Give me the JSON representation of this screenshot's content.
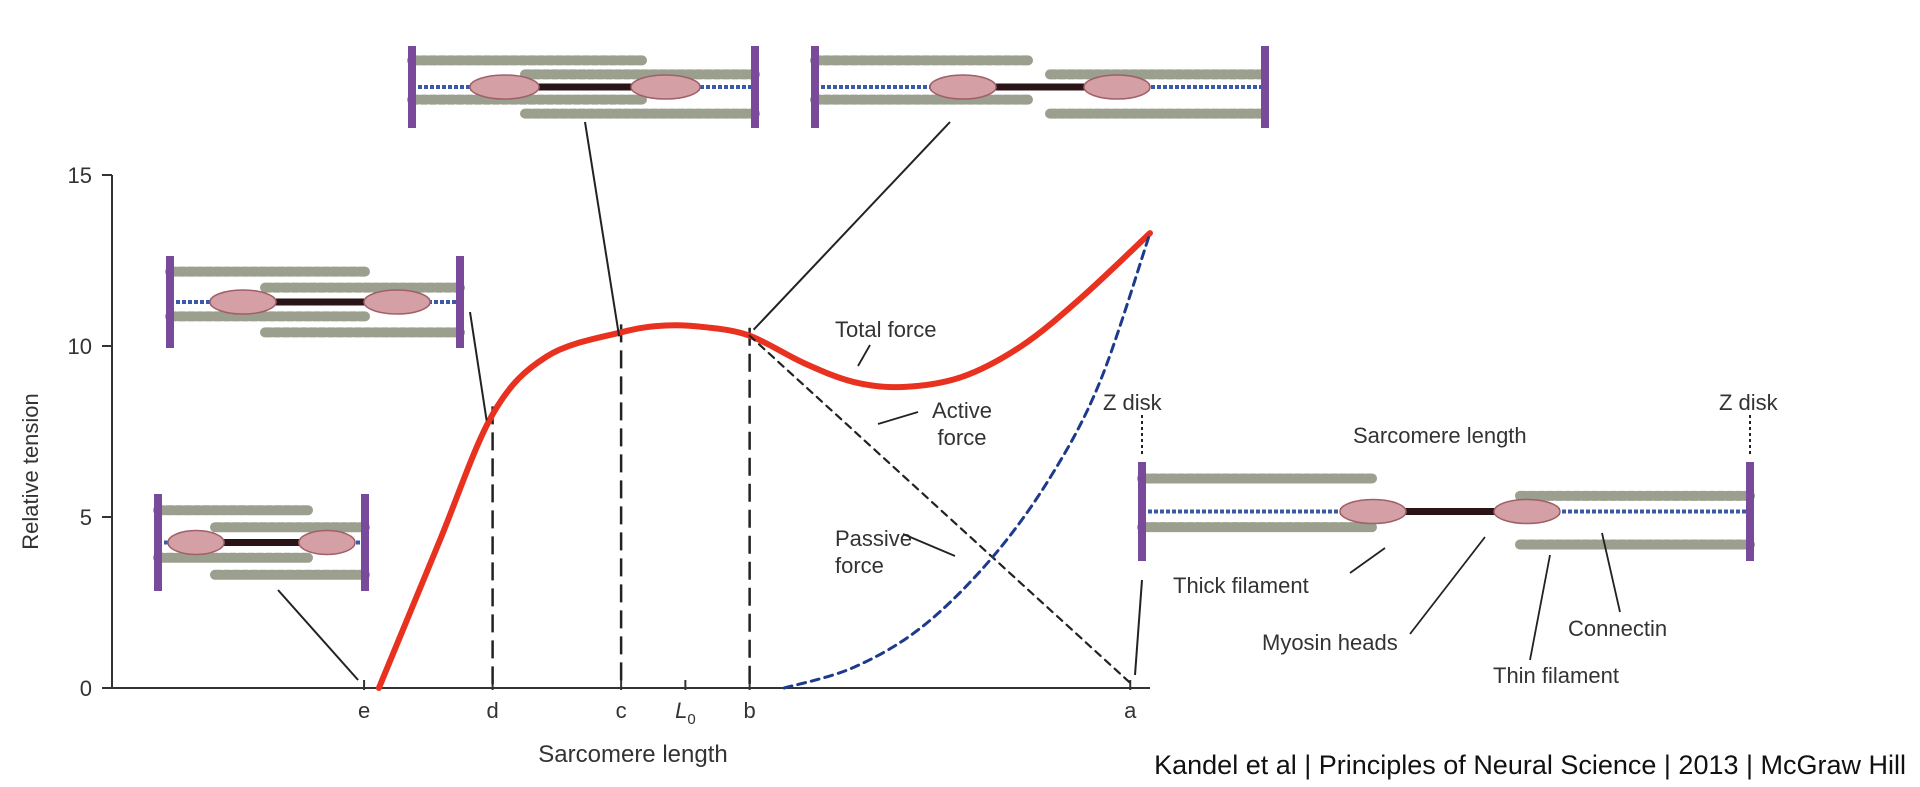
{
  "colors": {
    "total": "#e8321f",
    "passive": "#1d3a8c",
    "active": "#222222",
    "z_disk": "#7a4a9a",
    "thin": "#9a9f8e",
    "myosin": "#d4a0a6",
    "connectin": "#3a5aa8",
    "thick_core": "#2a1418"
  },
  "chart_data": {
    "type": "line",
    "xlabel": "Sarcomere length",
    "ylabel": "Relative tension",
    "ylim": [
      0,
      15
    ],
    "yticks": [
      0,
      5,
      10,
      15
    ],
    "xlim": [
      0,
      10.5
    ],
    "xticks": [
      {
        "label": "e",
        "value": 2.55
      },
      {
        "label": "d",
        "value": 3.85
      },
      {
        "label": "c",
        "value": 5.15
      },
      {
        "label": "L",
        "sub": "0",
        "value": 5.8
      },
      {
        "label": "b",
        "value": 6.45
      },
      {
        "label": "a",
        "value": 10.3
      }
    ],
    "dashed_guides": [
      "d",
      "c",
      "b"
    ],
    "series": [
      {
        "name": "Total force",
        "style": "solid",
        "x": [
          2.7,
          3.3,
          3.85,
          4.4,
          5.15,
          5.6,
          6.0,
          6.45,
          7.0,
          7.5,
          8.0,
          8.6,
          9.2,
          9.8,
          10.5
        ],
        "y": [
          0,
          4.2,
          8.0,
          9.7,
          10.4,
          10.6,
          10.55,
          10.3,
          9.5,
          8.95,
          8.8,
          9.1,
          10.0,
          11.4,
          13.3
        ]
      },
      {
        "name": "Active force",
        "style": "dashed",
        "x": [
          6.45,
          10.3
        ],
        "y": [
          10.3,
          0.15
        ]
      },
      {
        "name": "Passive force",
        "style": "dashed",
        "x": [
          6.8,
          7.5,
          8.2,
          8.9,
          9.5,
          10.0,
          10.5
        ],
        "y": [
          0,
          0.6,
          1.8,
          3.8,
          6.2,
          9.0,
          13.3
        ]
      }
    ],
    "annotations": [
      {
        "text": "Total force",
        "lines": [
          "Total force"
        ],
        "series": "Total force"
      },
      {
        "text": "Active force",
        "lines": [
          "Active",
          "force"
        ],
        "series": "Active force"
      },
      {
        "text": "Passive force",
        "lines": [
          "Passive",
          "force"
        ],
        "series": "Passive force"
      }
    ]
  },
  "diagram": {
    "z_disk_left": "Z disk",
    "z_disk_right": "Z disk",
    "sarcomere_length": "Sarcomere length",
    "thick_filament": "Thick filament",
    "myosin_heads": "Myosin heads",
    "thin_filament": "Thin filament",
    "connectin": "Connectin"
  },
  "citation": "Kandel et al  | Principles of Neural Science | 2013 | McGraw Hill"
}
